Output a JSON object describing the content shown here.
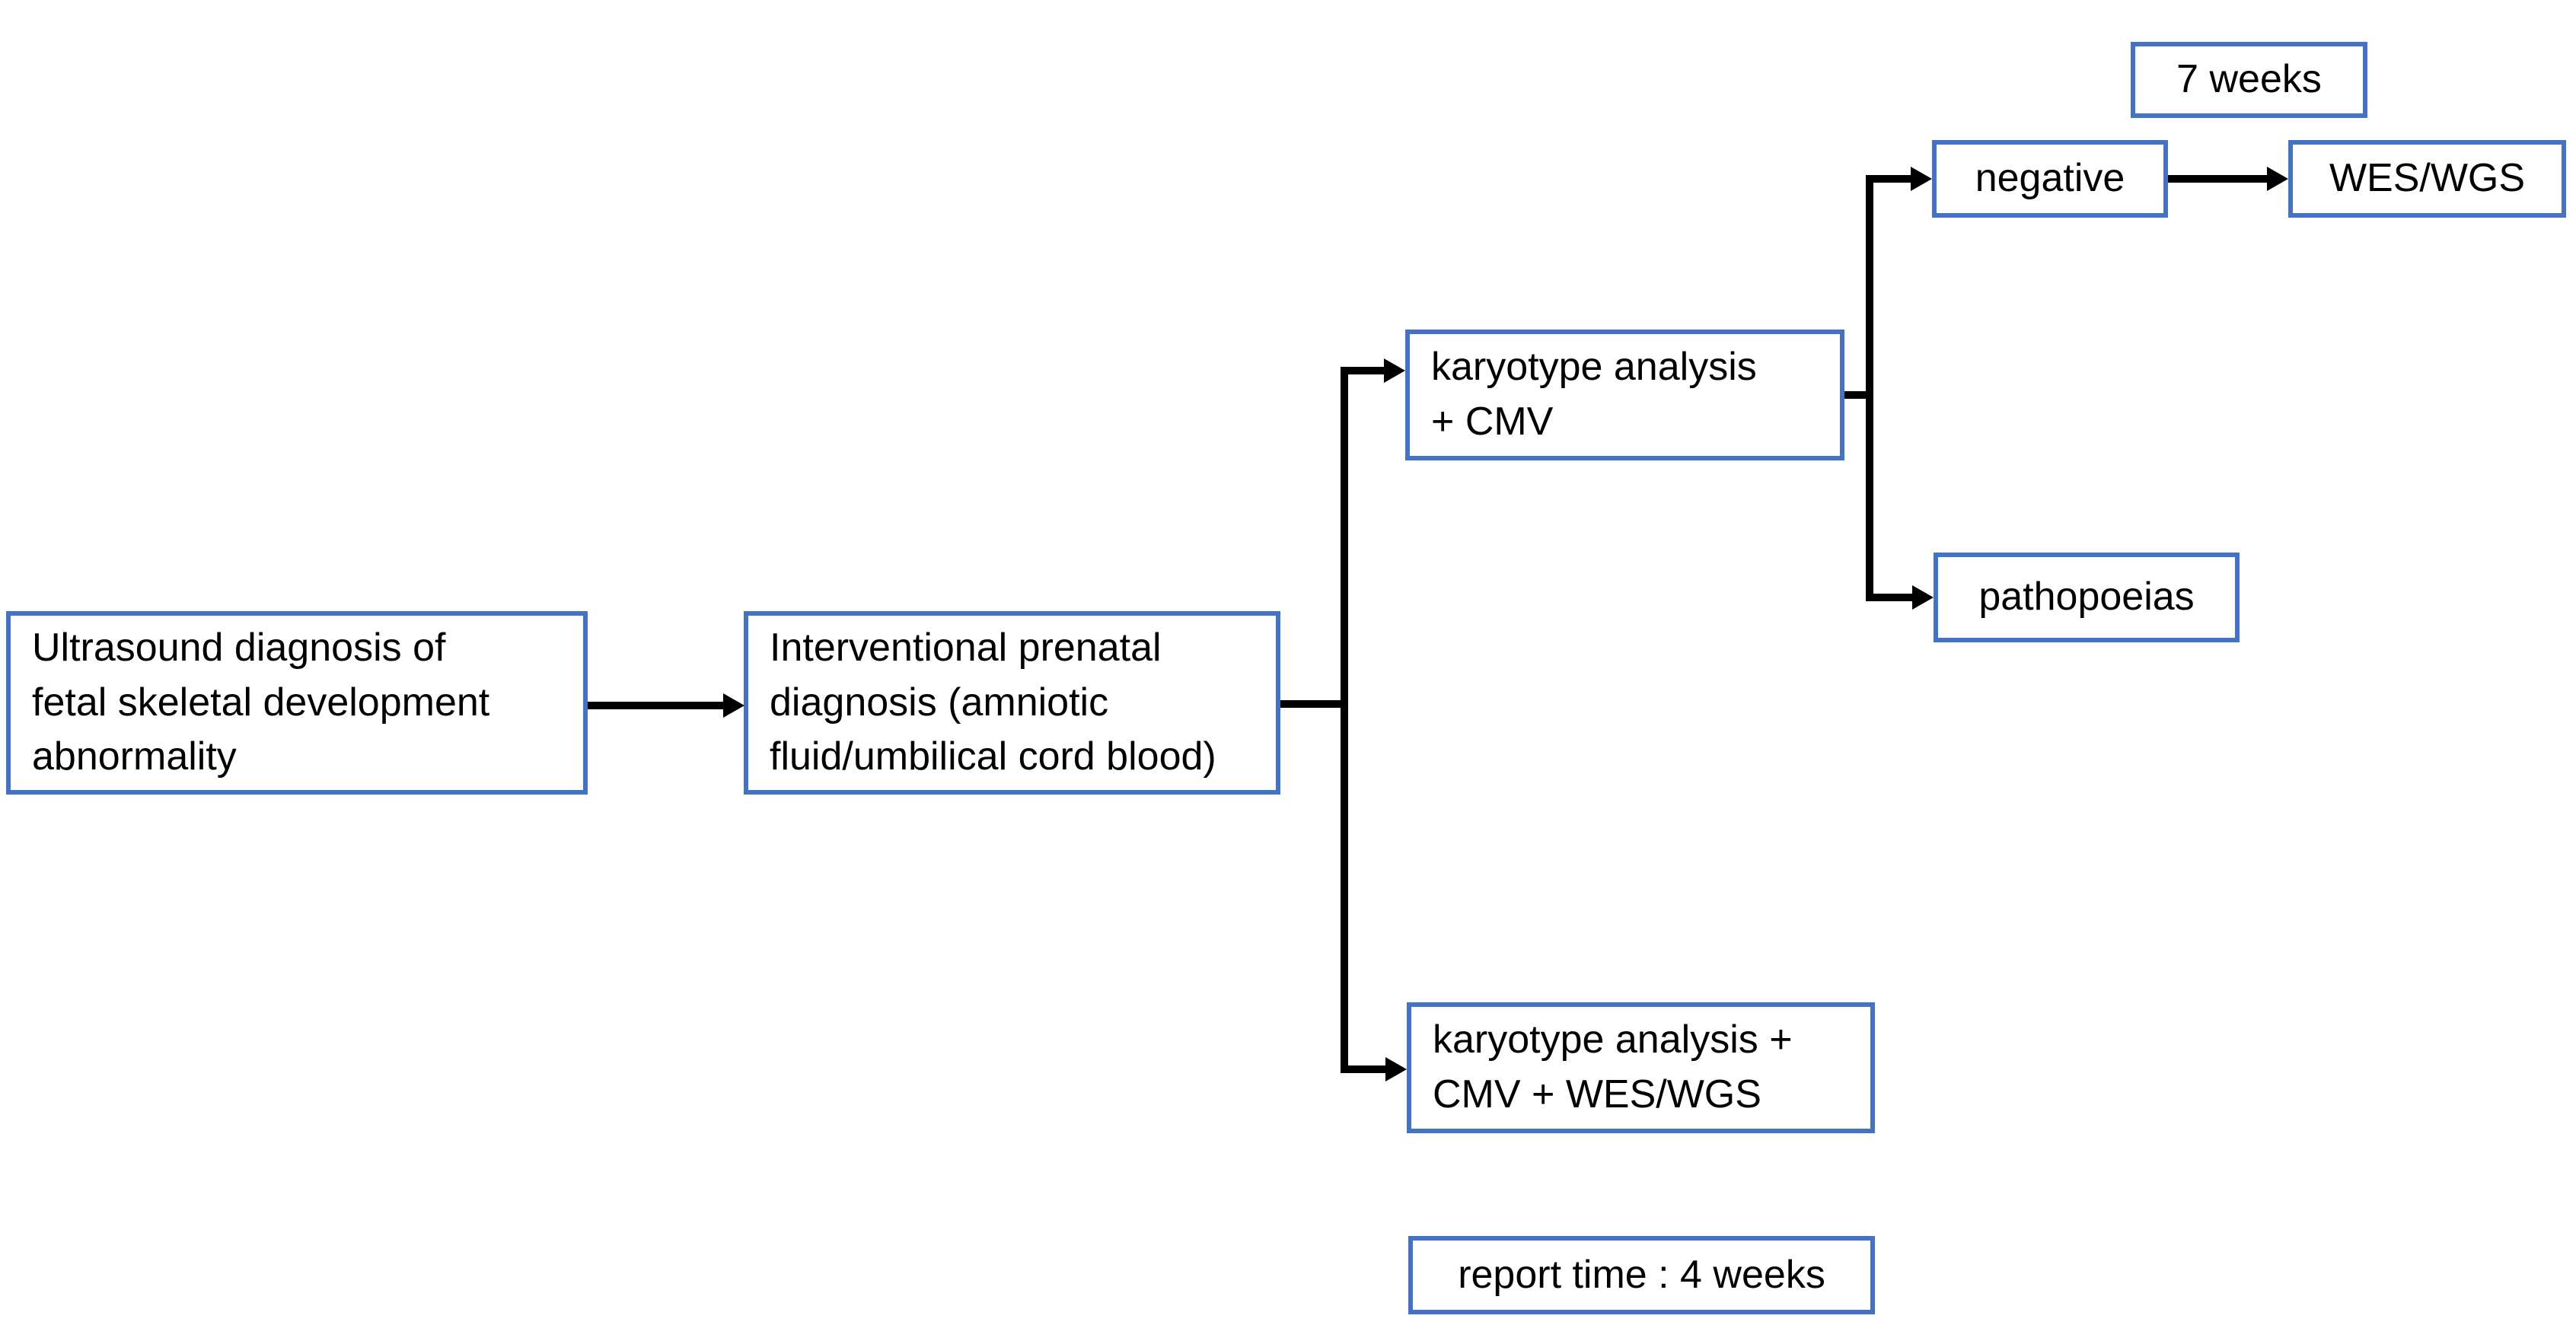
{
  "diagram": {
    "nodes": {
      "ultrasound": {
        "label": "Ultrasound diagnosis of\nfetal skeletal development\nabnormality"
      },
      "interventional": {
        "label": "Interventional prenatal\ndiagnosis (amniotic\nfluid/umbilical cord blood)"
      },
      "karyotype_cmv": {
        "label": "karyotype analysis\n+ CMV"
      },
      "negative": {
        "label": "negative"
      },
      "wes_wgs": {
        "label": "WES/WGS"
      },
      "seven_weeks": {
        "label": "7 weeks"
      },
      "pathopoeias": {
        "label": "pathopoeias"
      },
      "karyotype_cmv_wes": {
        "label": "karyotype analysis +\nCMV + WES/WGS"
      },
      "report_time": {
        "label": "report time : 4 weeks"
      }
    },
    "edges": [
      {
        "from": "ultrasound",
        "to": "interventional",
        "style": "arrow"
      },
      {
        "from": "interventional",
        "to": "karyotype_cmv",
        "style": "arrow"
      },
      {
        "from": "interventional",
        "to": "karyotype_cmv_wes",
        "style": "arrow"
      },
      {
        "from": "karyotype_cmv",
        "to": "negative",
        "style": "arrow"
      },
      {
        "from": "karyotype_cmv",
        "to": "pathopoeias",
        "style": "arrow"
      },
      {
        "from": "negative",
        "to": "wes_wgs",
        "style": "arrow"
      }
    ]
  },
  "colors": {
    "box_border": "#4472C4",
    "box_fill": "#FFFFFF",
    "connector": "#000000",
    "text": "#000000",
    "background": "#FFFFFF"
  }
}
